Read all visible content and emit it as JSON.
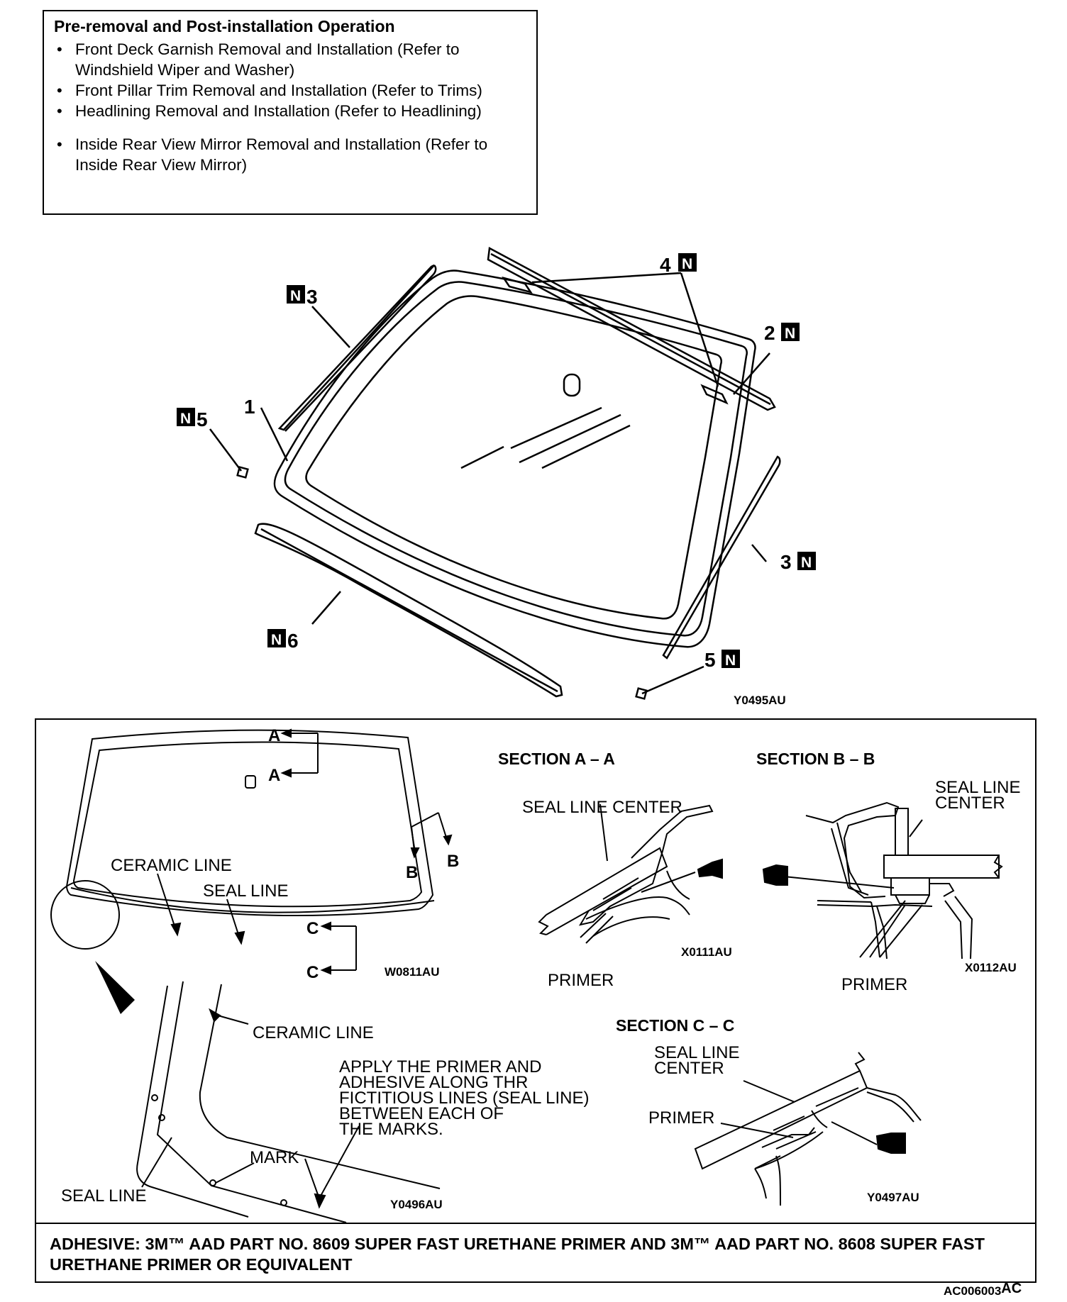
{
  "note": {
    "title": "Pre-removal and Post-installation Operation",
    "items": [
      "Front Deck Garnish Removal and Installation (Refer to Windshield Wiper and Washer)",
      "Front Pillar Trim Removal and Installation (Refer to Trims)",
      "Headlining Removal and Installation (Refer to Headlining)",
      "Inside Rear View Mirror Removal and Installation (Refer to Inside Rear View Mirror)"
    ]
  },
  "exploded": {
    "new_mark": "N",
    "parts": {
      "p1": "1",
      "p2": "2",
      "p3_left": "3",
      "p3_right": "3",
      "p4": "4",
      "p5_left": "5",
      "p5_right": "5",
      "p6": "6"
    },
    "code": "Y0495AU"
  },
  "detail": {
    "windshield": {
      "section_a_top": "A",
      "section_a_bottom": "A",
      "section_b_left": "B",
      "section_b_right": "B",
      "section_c_top": "C",
      "section_c_bottom": "C",
      "ceramic_line": "CERAMIC LINE",
      "seal_line": "SEAL LINE",
      "code": "W0811AU"
    },
    "section_aa": {
      "title": "SECTION A – A",
      "seal_line_center": "SEAL LINE CENTER",
      "primer": "PRIMER",
      "code": "X0111AU"
    },
    "section_bb": {
      "title": "SECTION B – B",
      "seal_line_center_1": "SEAL LINE",
      "seal_line_center_2": "CENTER",
      "primer": "PRIMER",
      "code": "X0112AU"
    },
    "corner": {
      "ceramic_line": "CERAMIC LINE",
      "instruction": [
        "APPLY THE PRIMER AND",
        "ADHESIVE ALONG THR",
        "FICTITIOUS LINES (SEAL LINE)",
        "BETWEEN EACH OF",
        "THE MARKS."
      ],
      "mark": "MARK",
      "seal_line": "SEAL LINE",
      "code": "Y0496AU"
    },
    "section_cc": {
      "title": "SECTION C – C",
      "seal_line_center_1": "SEAL LINE",
      "seal_line_center_2": "CENTER",
      "primer": "PRIMER",
      "code": "Y0497AU"
    },
    "adhesive": "ADHESIVE: 3M™ AAD PART NO. 8609 SUPER FAST URETHANE PRIMER AND 3M™ AAD PART NO. 8608 SUPER FAST URETHANE PRIMER OR EQUIVALENT"
  },
  "doc_code_main": "AC006003",
  "doc_code_suffix": "AC"
}
